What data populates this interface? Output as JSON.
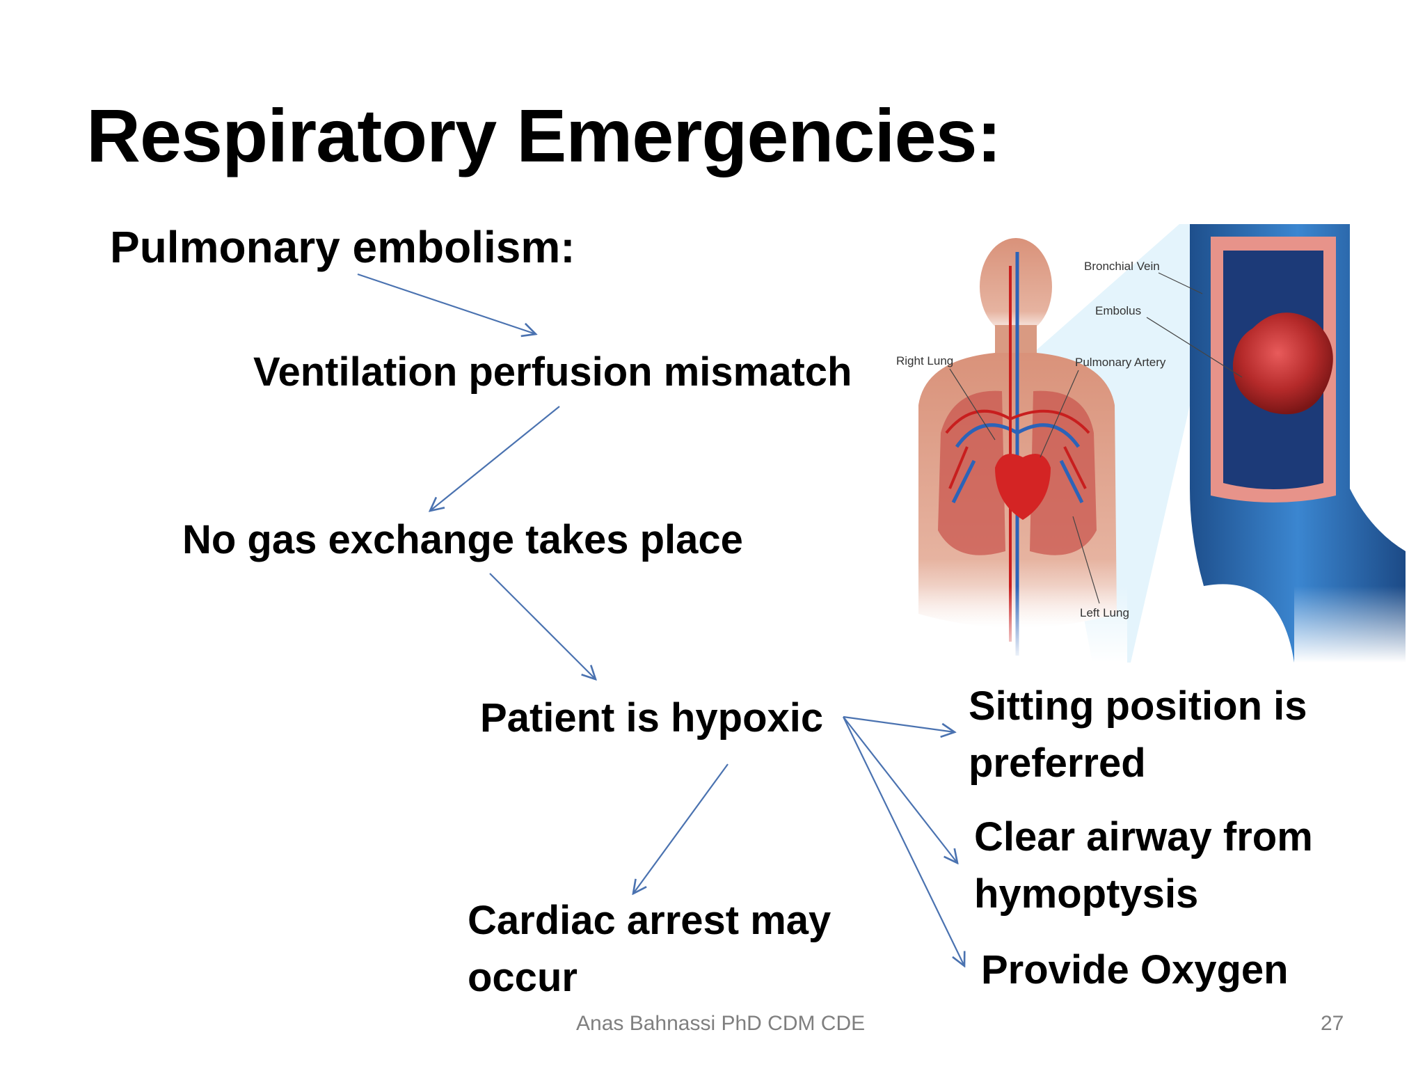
{
  "slide": {
    "title": "Respiratory Emergencies:",
    "subtitle": "Pulmonary embolism:",
    "footer": "Anas Bahnassi PhD CDM CDE",
    "page_number": "27"
  },
  "nodes": {
    "vpm": "Ventilation perfusion mismatch",
    "nogas": "No gas exchange takes place",
    "hypoxic": "Patient is hypoxic",
    "cardiac_1": "Cardiac arrest may",
    "cardiac_2": "occur",
    "sitting_1": "Sitting position is",
    "sitting_2": "preferred",
    "airway_1": "Clear airway from",
    "airway_2": "hymoptysis",
    "oxygen": "Provide Oxygen"
  },
  "illustration": {
    "labels": {
      "bronchial_vein": "Bronchial Vein",
      "embolus": "Embolus",
      "right_lung": "Right Lung",
      "pulmonary_artery": "Pulmonary Artery",
      "left_lung": "Left Lung"
    }
  },
  "colors": {
    "arrow": "#4a72b0",
    "text": "#000000",
    "footer": "#7f7f7f"
  }
}
